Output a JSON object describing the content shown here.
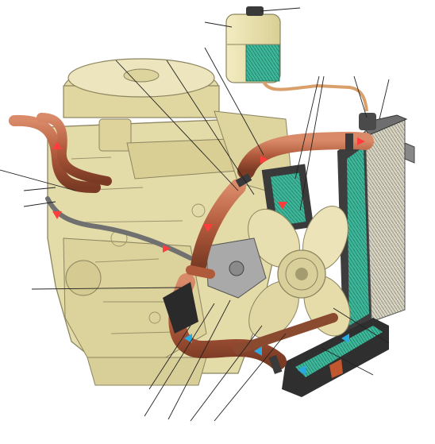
{
  "figure": {
    "kind": "engine cooling system cutaway illustration",
    "text_labels": []
  },
  "colors": {
    "engine_body": "#e3dba8",
    "engine_outline": "#8c8560",
    "hose": "#b05a3c",
    "hose_highlight": "#d98a68",
    "radiator_frame": "#5b5b5b",
    "radiator_fins": "#c9c6b6",
    "coolant": "#3fb79a",
    "flow_arrow_hot": "#ff3d3d",
    "flow_arrow_cold": "#2aa9e0",
    "fan_blade": "#e8dfb0",
    "leader_line": "#222222"
  },
  "flow_arrows": [
    {
      "name": "hot-flow-arrow",
      "temperature": "hot"
    },
    {
      "name": "hot-flow-arrow",
      "temperature": "hot"
    },
    {
      "name": "hot-flow-arrow",
      "temperature": "hot"
    },
    {
      "name": "hot-flow-arrow",
      "temperature": "hot"
    },
    {
      "name": "hot-flow-arrow",
      "temperature": "hot"
    },
    {
      "name": "hot-flow-arrow",
      "temperature": "hot"
    },
    {
      "name": "hot-flow-arrow",
      "temperature": "hot"
    },
    {
      "name": "cold-flow-arrow",
      "temperature": "cold"
    },
    {
      "name": "cold-flow-arrow",
      "temperature": "cold"
    },
    {
      "name": "cold-flow-arrow",
      "temperature": "cold"
    },
    {
      "name": "cold-flow-arrow",
      "temperature": "cold"
    }
  ],
  "leader_lines_count": 20
}
